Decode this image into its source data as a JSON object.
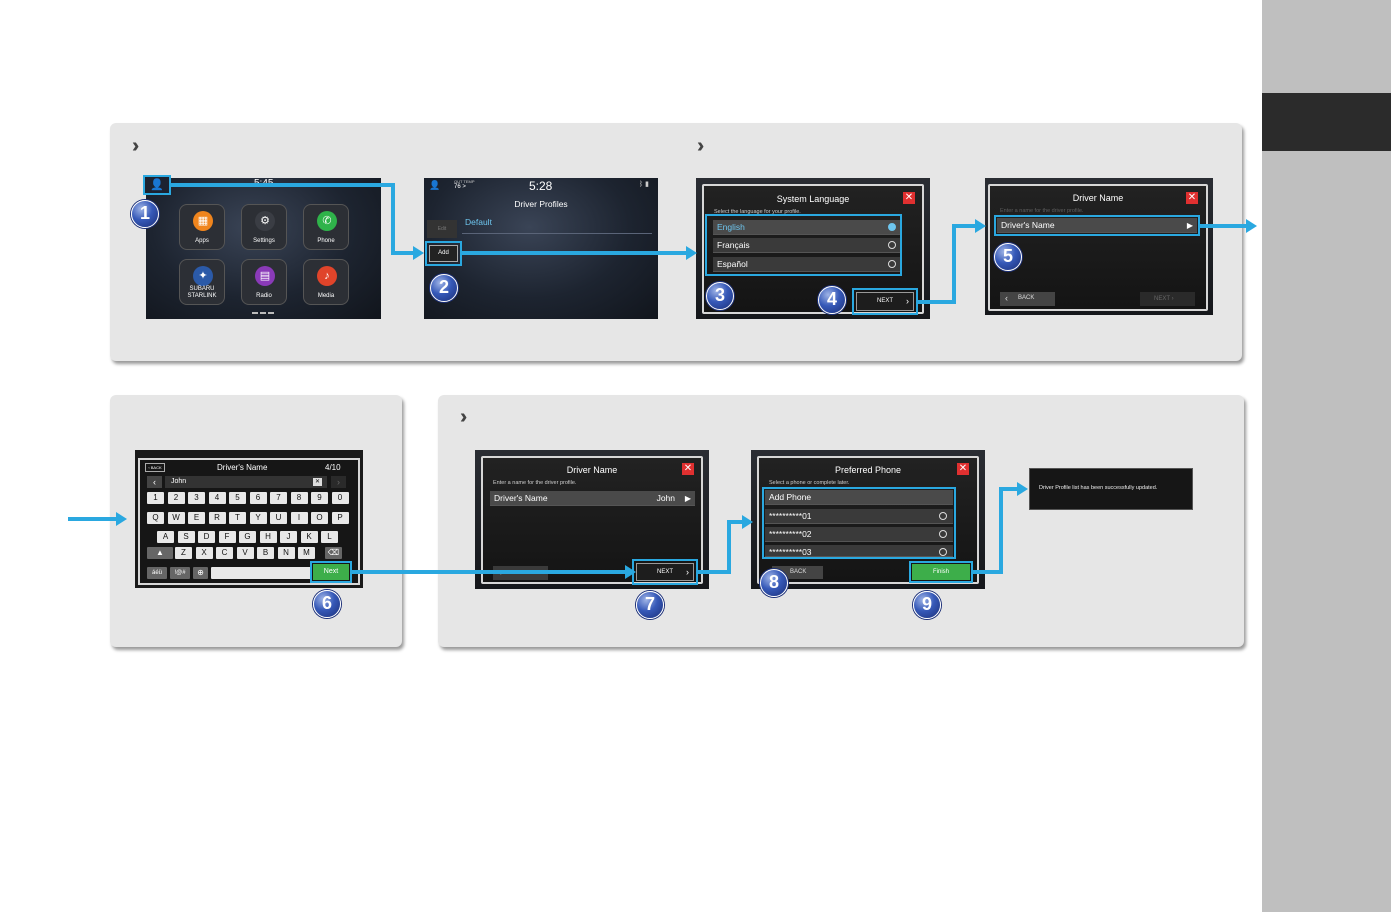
{
  "screen1": {
    "time": "5:45",
    "apps": [
      {
        "label": "Apps",
        "icon": "apps-icon",
        "color": "#f0851d"
      },
      {
        "label": "Settings",
        "icon": "gear-icon",
        "color": "#3a3d44"
      },
      {
        "label": "Phone",
        "icon": "phone-icon",
        "color": "#2fb34a"
      },
      {
        "label": "SUBARU\nSTARLINK",
        "icon": "starlink-icon",
        "color": "#2b5aa8"
      },
      {
        "label": "Radio",
        "icon": "radio-icon",
        "color": "#8a3ab8"
      },
      {
        "label": "Media",
        "icon": "music-icon",
        "color": "#e0442a"
      }
    ]
  },
  "screen2": {
    "out_temp_label": "OUT TEMP",
    "out_temp": "76 >",
    "time": "5:28",
    "title": "Driver Profiles",
    "default_label": "Default",
    "edit_label": "Edit",
    "add_label": "Add"
  },
  "screen3": {
    "title": "System Language",
    "subtitle": "Select the language for your profile.",
    "languages": [
      "English",
      "Français",
      "Español"
    ],
    "next_label": "NEXT"
  },
  "screen4": {
    "title": "Driver Name",
    "subtitle": "Enter a name for the driver profile.",
    "field_label": "Driver's Name",
    "back_label": "BACK",
    "next_label": "NEXT"
  },
  "screen5": {
    "back_label": "BACK",
    "title": "Driver's Name",
    "counter": "4/10",
    "input_value": "John",
    "rows": [
      [
        "1",
        "2",
        "3",
        "4",
        "5",
        "6",
        "7",
        "8",
        "9",
        "0"
      ],
      [
        "Q",
        "W",
        "E",
        "R",
        "T",
        "Y",
        "U",
        "I",
        "O",
        "P"
      ],
      [
        "A",
        "S",
        "D",
        "F",
        "G",
        "H",
        "J",
        "K",
        "L"
      ],
      [
        "Z",
        "X",
        "C",
        "V",
        "B",
        "N",
        "M"
      ]
    ],
    "accent_key": "áéü",
    "symbol_key": "!@#",
    "next_label": "Next"
  },
  "screen6": {
    "title": "Driver Name",
    "subtitle": "Enter a name for the driver profile.",
    "field_label": "Driver's Name",
    "field_value": "John",
    "next_label": "NEXT"
  },
  "screen7": {
    "title": "Preferred Phone",
    "subtitle": "Select a phone or complete later.",
    "add_phone": "Add Phone",
    "phones": [
      "**********01",
      "**********02",
      "**********03"
    ],
    "back_label": "BACK",
    "finish_label": "Finish"
  },
  "message": "Driver Profile list has been successfully updated.",
  "badges": [
    "1",
    "2",
    "3",
    "4",
    "5",
    "6",
    "7",
    "8",
    "9"
  ],
  "colors": {
    "accent": "#2aa8e0",
    "badge": "#3659b8",
    "finish": "#3dae4a",
    "close": "#e03030"
  }
}
